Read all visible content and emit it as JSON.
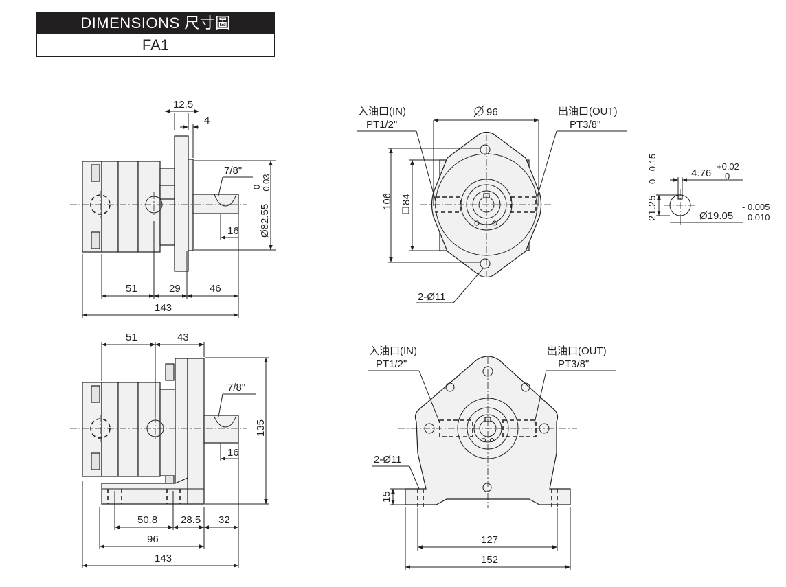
{
  "header": {
    "title": "DIMENSIONS  尺寸圖",
    "model": "FA1"
  },
  "side_view_top": {
    "dim_12_5": "12.5",
    "dim_4": "4",
    "shaft": "7/8\"",
    "diameter": "Ø82.55",
    "tol_upper": "0",
    "tol_lower": "-0.03",
    "dim_16": "16",
    "dim_51": "51",
    "dim_29": "29",
    "dim_46": "46",
    "dim_143": "143"
  },
  "front_view_top": {
    "inlet_label": "入油口(IN)",
    "inlet_thread": "PT1/2\"",
    "outlet_label": "出油口(OUT)",
    "outlet_thread": "PT3/8\"",
    "dia_96": "96",
    "dim_106": "106",
    "dim_84": "84",
    "holes": "2-Ø11"
  },
  "key_detail": {
    "dim_4_76": "4.76",
    "tol_a_upper": "+0.02",
    "tol_a_lower": "0",
    "dim_21_25": "21.25",
    "tol_b": "0 - 0.15",
    "dim_19_05": "Ø19.05",
    "tol_c_upper": "- 0.005",
    "tol_c_lower": "- 0.010"
  },
  "side_view_bottom": {
    "dim_51": "51",
    "dim_43": "43",
    "shaft": "7/8\"",
    "dim_135": "135",
    "dim_16": "16",
    "dim_50_8": "50.8",
    "dim_28_5": "28.5",
    "dim_32": "32",
    "dim_96": "96",
    "dim_143": "143"
  },
  "front_view_bottom": {
    "inlet_label": "入油口(IN)",
    "inlet_thread": "PT1/2\"",
    "outlet_label": "出油口(OUT)",
    "outlet_thread": "PT3/8\"",
    "holes": "2-Ø11",
    "dim_15": "15",
    "dim_127": "127",
    "dim_152": "152"
  }
}
